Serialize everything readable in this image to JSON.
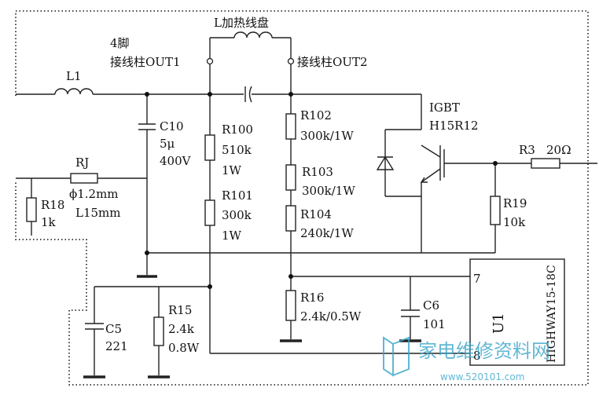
{
  "labels": {
    "heating_coil": "L加热线盘",
    "pin4": "4脚",
    "out1": "接线柱OUT1",
    "out2": "接线柱OUT2",
    "l1": "L1",
    "rj": "RJ",
    "rj_dia": "ϕ1.2mm",
    "rj_len": "L15mm",
    "r18": "R18",
    "r18_val": "1k",
    "c10": "C10",
    "c10_cap": "5μ",
    "c10_volt": "400V",
    "r100": "R100",
    "r100_val": "510k",
    "r100_pow": "1W",
    "r101": "R101",
    "r101_val": "300k",
    "r101_pow": "1W",
    "r102": "R102",
    "r102_val": "300k/1W",
    "r103": "R103",
    "r103_val": "300k/1W",
    "r104": "R104",
    "r104_val": "240k/1W",
    "igbt": "IGBT",
    "igbt_part": "H15R12",
    "r3": "R3",
    "r3_val": "20Ω",
    "r19": "R19",
    "r19_val": "10k",
    "r16": "R16",
    "r16_val": "2.4k/0.5W",
    "c6": "C6",
    "c6_val": "101",
    "c5": "C5",
    "c5_val": "221",
    "r15": "R15",
    "r15_val": "2.4k",
    "r15_pow": "0.8W",
    "u1": "U1",
    "u1_part": "HIGHWAY15-18C",
    "pin7": "7",
    "pin8": "8"
  },
  "watermark": {
    "title": "家电维修资料网",
    "url": "www.520101.com"
  }
}
